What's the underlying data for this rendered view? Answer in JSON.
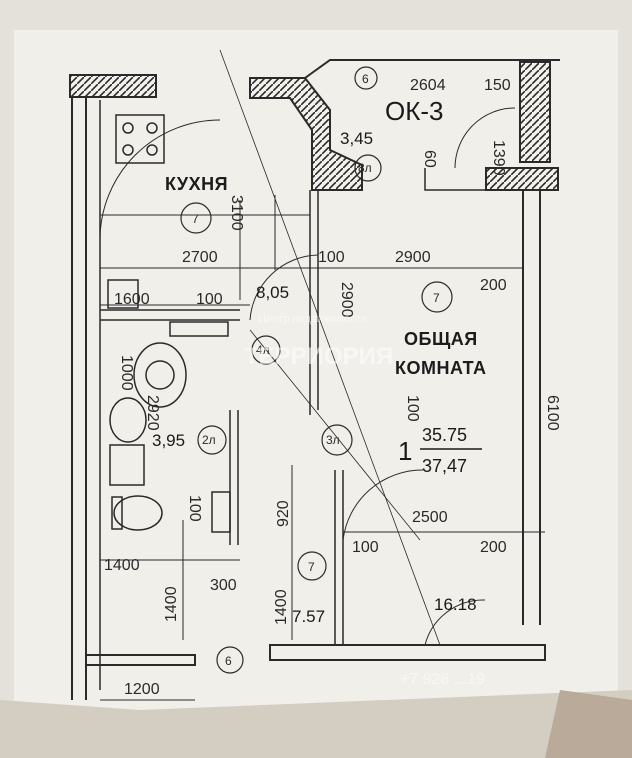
{
  "plan": {
    "rooms": {
      "kitchen": "КУХНЯ",
      "living_line1": "ОБЩАЯ",
      "living_line2": "КОМНАТА"
    },
    "areas": {
      "balcony": "3,45",
      "corridor": "8,05",
      "bathroom": "3,95",
      "hall": "7.57",
      "living": "16.18"
    },
    "apartment": {
      "rooms_count": "1",
      "living_area": "35.75",
      "total_area": "37,47"
    },
    "window_label": "ОК-3",
    "axis_marks": {
      "top": "6",
      "bottom": "6",
      "kitchen": "7",
      "living": "7",
      "hall": "7"
    },
    "tags": {
      "balcony": "8л",
      "corridor": "4л",
      "bathroom": "2л",
      "closet": "3л"
    },
    "dimensions": {
      "d2604": "2604",
      "d150": "150",
      "d1390": "1390",
      "d60": "60",
      "d3100": "3100",
      "d2700": "2700",
      "d100a": "100",
      "d2900a": "2900",
      "d200a": "200",
      "d1600": "1600",
      "d100b": "100",
      "d2900b": "2900",
      "d6100": "6100",
      "d1000": "1000",
      "d2920": "2920",
      "d100c": "100",
      "d100d": "100",
      "d920": "920",
      "d2500": "2500",
      "d100e": "100",
      "d200b": "200",
      "d1400a": "1400",
      "d300": "300",
      "d1400b": "1400",
      "d1400c": "1400",
      "d1200": "1200"
    },
    "watermark": {
      "brand": "ТЕРРИОРИЯ",
      "caption": "Центр недвижимости",
      "phone": "+7 928 ...19"
    }
  }
}
